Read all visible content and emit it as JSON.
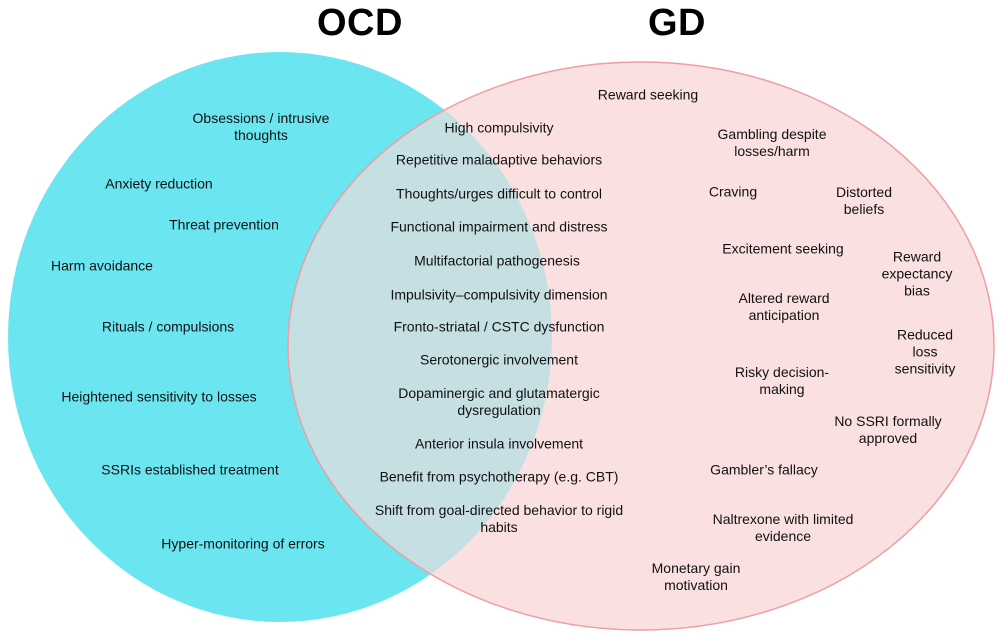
{
  "titles": {
    "left": "OCD",
    "right": "GD"
  },
  "colors": {
    "left_circle_fill": "#6be5f0",
    "right_circle_fill": "#fbe0e1",
    "right_circle_stroke": "#ef9da3",
    "overlap_fill": "#c5dfe2"
  },
  "left_only": [
    "Obsessions / intrusive\nthoughts",
    "Anxiety reduction",
    "Threat prevention",
    "Harm avoidance",
    "Rituals / compulsions",
    "Heightened sensitivity to losses",
    "SSRIs established treatment",
    "Hyper-monitoring of errors"
  ],
  "shared": [
    "High compulsivity",
    "Repetitive maladaptive behaviors",
    "Thoughts/urges difficult to control",
    "Functional impairment and distress",
    "Multifactorial pathogenesis",
    "Impulsivity–compulsivity dimension",
    "Fronto-striatal / CSTC dysfunction",
    "Serotonergic involvement",
    "Dopaminergic and glutamatergic\ndysregulation",
    "Anterior insula involvement",
    "Benefit from psychotherapy (e.g. CBT)",
    "Shift from goal-directed behavior to rigid\nhabits"
  ],
  "right_only": [
    "Reward seeking",
    "Gambling despite\nlosses/harm",
    "Craving",
    "Distorted\nbeliefs",
    "Excitement seeking",
    "Reward\nexpectancy\nbias",
    "Altered reward\nanticipation",
    "Reduced loss\nsensitivity",
    "Risky decision-\nmaking",
    "No SSRI formally\napproved",
    "Gambler’s fallacy",
    "Naltrexone with limited\nevidence",
    "Monetary gain\nmotivation"
  ]
}
